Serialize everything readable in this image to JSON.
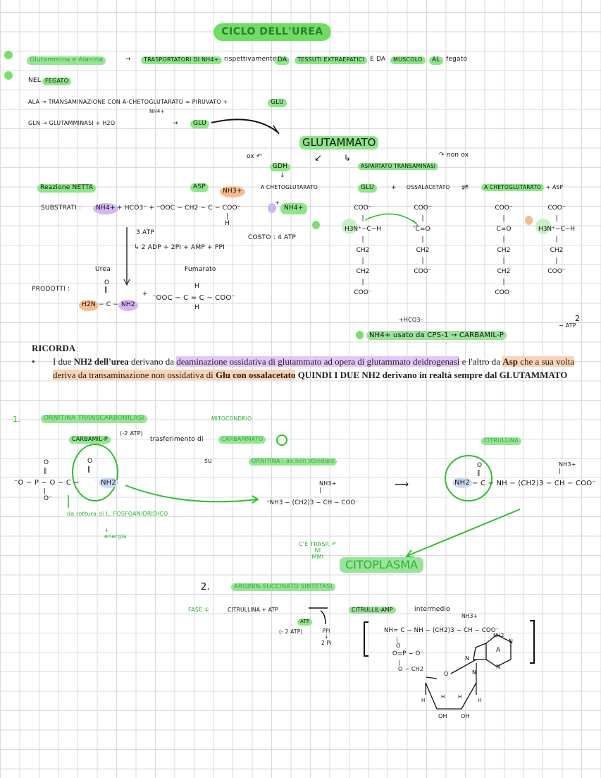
{
  "title": "CICLO DELL'UREA",
  "intro": {
    "line1": [
      "Glutammina e Alanina",
      "→",
      "trasportatori di NH4+",
      "rispettivamente",
      "da",
      "tessuti extraepatici",
      "e da",
      "muscolo",
      "al",
      "fegato"
    ],
    "line2": [
      "Nel",
      "FEGATO"
    ],
    "ala": {
      "text": "Ala → TRANSAMINAZIONE con α-CHETOGLUTARATO = PIRUVATO +",
      "glu": "Glu"
    },
    "gln": {
      "text": "Gln → GLUTAMMINASI + H2O",
      "nh4": "NH4+",
      "arrow": "→",
      "glu": "Glu"
    }
  },
  "glutammato": {
    "title": "GLUTAMMATO",
    "ox": "ox ↶",
    "gdh": "GDH",
    "down": "↓",
    "akg": "α CHETOGLUTARATO",
    "left_arrow": "↙",
    "right_arrow": "↳",
    "asp_trans": "ASPARTATO TRANSAMINASI",
    "non_ox": "↷ non ox"
  },
  "reazione": {
    "label": "Reazione NETTA",
    "asp": "Asp",
    "nh3": "NH3+",
    "substrati": "SUBSTRATI :",
    "nh4a": "NH4+",
    "formula": "+ HCO3⁻ + ⁻OOC − CH2 − C − COO⁻",
    "bond": "|",
    "h": "H",
    "plus": "+",
    "nh4b": "NH4+",
    "costo": "COSTO : 4 ATP",
    "atp3": "3 ATP",
    "products_note": "↳ 2 ADP + 2Pi + AMP + PPi",
    "urea": "Urea",
    "fumarato": "Fumarato",
    "prodotti": "PRODOTTI :",
    "urea_o": "O",
    "urea_dbl": "‖",
    "urea_h2n": "H2N",
    "urea_c": "− C −",
    "urea_nh2": "NH2",
    "plus2": "+",
    "fum_h": "H",
    "fum_formula": "⁻OOC − C = C − COO⁻"
  },
  "transamination": {
    "glu": "Glu",
    "plus": "+",
    "oaa": "OSSALACETATO",
    "eq": "⇌",
    "akg": "α CHETOGLUTARATO",
    "plus2": "+ Asp",
    "glu_struct": "COO⁻\n|\nH3N⁺−C−H\n|\nCH2\n|\nCH2\n|\nCOO⁻",
    "oaa_struct": "COO⁻\n|\nC=O\n|\nCH2\n|\nCOO⁻",
    "akg_struct": "COO⁻\n|\nC=O\n|\nCH2\n|\nCH2\n|\nCOO⁻",
    "asp_struct": "COO⁻\n|\nH3N⁺−C−H\n|\nCH2\n|\nCOO⁻"
  },
  "cps": {
    "hco3": "+HCO3⁻",
    "text": "NH4+ usato da CPS-1 → CARBAMIL-P",
    "atp_n": "2",
    "atp": "− ATP"
  },
  "ricorda": {
    "heading": "RICORDA",
    "bullet": "•",
    "p1": "I due ",
    "b1": "NH2 dell'urea",
    "p2": " derivano da ",
    "h1": "deaminazione ossidativa di glutammato ad opera di glutammato deidrogenasi",
    "p3": " e l'altro da ",
    "b2": "Asp",
    "h2": " che a sua volta deriva da transaminazione non ossidativa di ",
    "b3": "Glu con ossalacetato",
    "b4": " QUINDI I DUE NH2 derivano in realtà sempre dal GLUTAMMATO"
  },
  "step1": {
    "num": "1.",
    "enzyme": "ORNITINA TRANSCARBONILASI",
    "location": "MITOCONDRIO",
    "carbamil": "CARBAMIL-P",
    "atp": "(-2 ATP)",
    "trasf": "trasferimento di",
    "carbammato": "CARBAMMATO",
    "su": "su",
    "ornitina": "ORNITINA : aa non standard",
    "cp_o1": "O",
    "cp_dbl": "‖",
    "cp_chain": "⁻O − P − O − C − ",
    "cp_nh2": "NH2",
    "cp_ominus": "|\nO⁻",
    "rottura": "da rottura di L. FOSFOANIDRIDICO",
    "energia": "↓\nenergia",
    "orn_nh3": "NH3+\n|",
    "orn_chain": "⁺NH3 − (CH2)3 − CH − COO⁻",
    "arrow": "⟶",
    "citrullina": "CITRULLINA",
    "cit_nh2": "NH2",
    "cit_chain": "− C − NH − (CH2)3 − CH − COO⁻",
    "cit_nh3": "NH3+\n|",
    "trasp": "C'È TRASP. ↶\nNI\nMMI",
    "citoplasma": "CITOPLASMA"
  },
  "step2": {
    "num": "2.",
    "enzyme": "ARGININ-SUCCINATO SINTETASI",
    "fase": "FASE ①",
    "reagents": "CITRULLINA + ATP",
    "atp": "ATP",
    "minus_atp": "(- 2 ATP)",
    "ppi": "PPi\n↓\n2 Pi",
    "product": "CITRULLIL-AMP",
    "intermedio": "intermedio",
    "nh3": "NH3+",
    "chain": "NH= C − NH − (CH2)3 − CH − COO⁻",
    "o_link": "|\nO",
    "phosphate": "O=P − O⁻",
    "ch2": "|\nO − CH2",
    "adenine_nh2": "NH2",
    "n_labels": [
      "N",
      "N",
      "N",
      "N"
    ],
    "ring_a": "A",
    "ribose_o": "O",
    "h_labels": [
      "H",
      "H",
      "H",
      "H"
    ],
    "oh_labels": [
      "OH",
      "OH"
    ]
  }
}
